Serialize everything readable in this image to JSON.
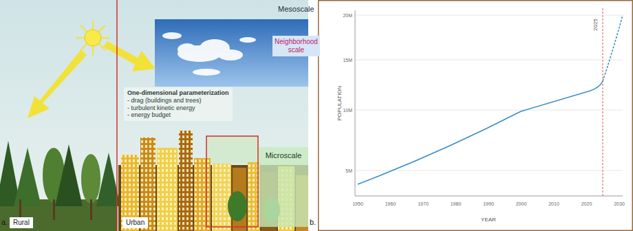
{
  "diagram": {
    "nodes": [
      {
        "text": [
          "Neighborhood scale"
        ]
      },
      {
        "text": [
          "One-dimensional parameterization",
          "- drag (buildings and trees)",
          "- turbulent kinetic energy",
          "- energy budget"
        ]
      },
      {
        "text": [
          "Microscale"
        ]
      },
      {
        "text": [
          "Rural"
        ]
      },
      {
        "text": [
          "Urban"
        ]
      }
    ],
    "labels": [
      "a.",
      "b.",
      "Mesoscale",
      "POPULATION",
      "YEAR",
      "20M",
      "15M",
      "10M",
      "5M",
      "1950",
      "1960",
      "1970",
      "1980",
      "1990",
      "2000",
      "2010",
      "2020",
      "2030",
      "2025"
    ]
  }
}
